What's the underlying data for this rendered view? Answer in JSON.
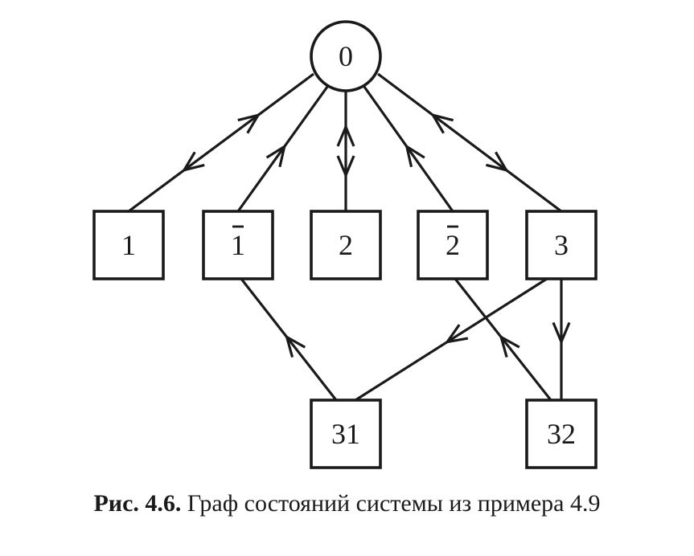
{
  "nodes": [
    {
      "id": "n0",
      "label": "0",
      "bar": false
    },
    {
      "id": "n1",
      "label": "1",
      "bar": false
    },
    {
      "id": "n1bar",
      "label": "1",
      "bar": true
    },
    {
      "id": "n2",
      "label": "2",
      "bar": false
    },
    {
      "id": "n2bar",
      "label": "2",
      "bar": true
    },
    {
      "id": "n3",
      "label": "3",
      "bar": false
    },
    {
      "id": "n31",
      "label": "31",
      "bar": false
    },
    {
      "id": "n32",
      "label": "32",
      "bar": false
    }
  ],
  "edges": [
    {
      "from": "n0",
      "to": "n1",
      "arrows": "both"
    },
    {
      "from": "n1bar",
      "to": "n0",
      "arrows": "forward"
    },
    {
      "from": "n0",
      "to": "n2",
      "arrows": "both"
    },
    {
      "from": "n2bar",
      "to": "n0",
      "arrows": "forward"
    },
    {
      "from": "n0",
      "to": "n3",
      "arrows": "both"
    },
    {
      "from": "n3",
      "to": "n31",
      "arrows": "forward"
    },
    {
      "from": "n31",
      "to": "n1bar",
      "arrows": "forward"
    },
    {
      "from": "n3",
      "to": "n32",
      "arrows": "forward"
    },
    {
      "from": "n32",
      "to": "n2bar",
      "arrows": "forward"
    }
  ],
  "caption": {
    "prefix": "Рис. 4.6.",
    "text": "Граф состояний системы из примера 4.9"
  },
  "colors": {
    "ink": "#1a1a1a",
    "background": "#ffffff"
  }
}
